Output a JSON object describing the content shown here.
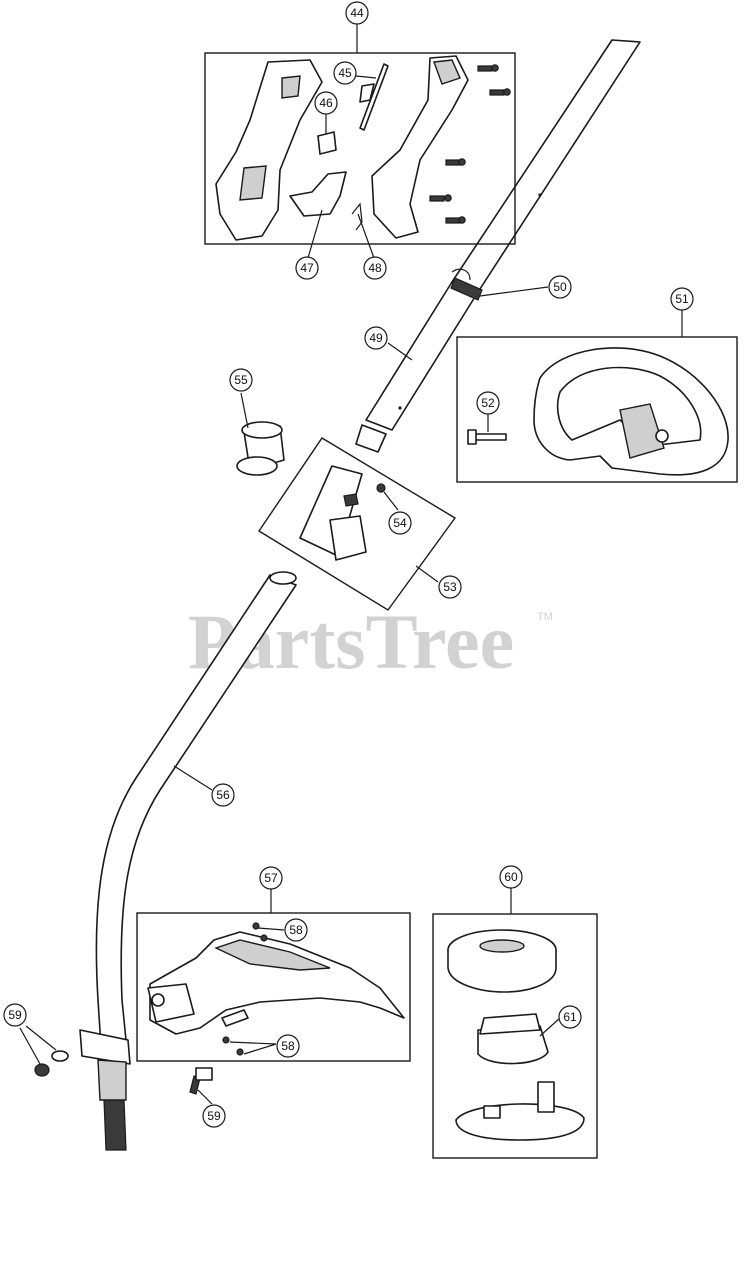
{
  "watermark": {
    "text": "PartsTree",
    "trademark": "TM"
  },
  "callouts": [
    "44",
    "45",
    "46",
    "47",
    "48",
    "49",
    "50",
    "51",
    "52",
    "53",
    "54",
    "55",
    "56",
    "57",
    "58",
    "58",
    "59",
    "59",
    "60",
    "61"
  ]
}
